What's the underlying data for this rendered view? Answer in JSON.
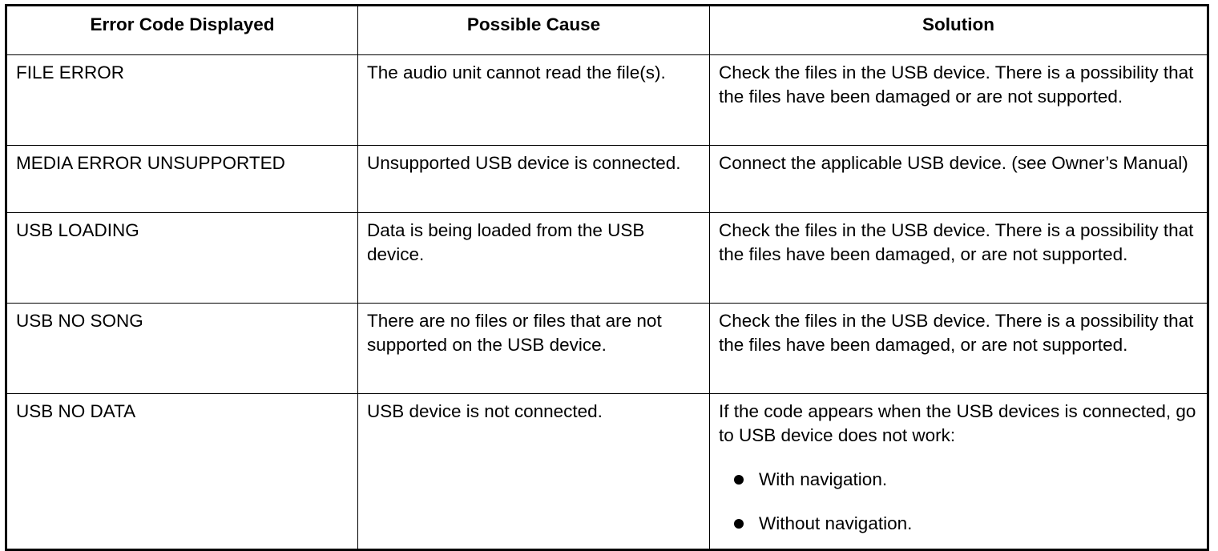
{
  "table": {
    "headers": [
      "Error Code Displayed",
      "Possible Cause",
      "Solution"
    ],
    "rows": [
      {
        "code": "FILE ERROR",
        "cause": "The audio unit cannot read the file(s).",
        "solution": "Check the files in the USB device. There is a possibility that the files have been damaged or are not supported."
      },
      {
        "code": "MEDIA ERROR UNSUPPORTED",
        "cause": "Unsupported USB device is connected.",
        "solution": "Connect the applicable USB device. (see Owner’s Manual)"
      },
      {
        "code": "USB LOADING",
        "cause": "Data is being loaded from the USB device.",
        "solution": "Check the files in the USB device. There is a possibility that the files have been damaged, or are not supported."
      },
      {
        "code": "USB NO SONG",
        "cause": "There are no files or files that are not supported on the USB device.",
        "solution": "Check the files in the USB device. There is a possibility that the files have been damaged, or are not supported."
      },
      {
        "code": "USB NO DATA",
        "cause": "USB device is not connected.",
        "solution": "If the code appears when the USB devices is connected, go to USB device does not work:",
        "solution_bullets": [
          "With navigation.",
          "Without navigation."
        ]
      }
    ]
  }
}
